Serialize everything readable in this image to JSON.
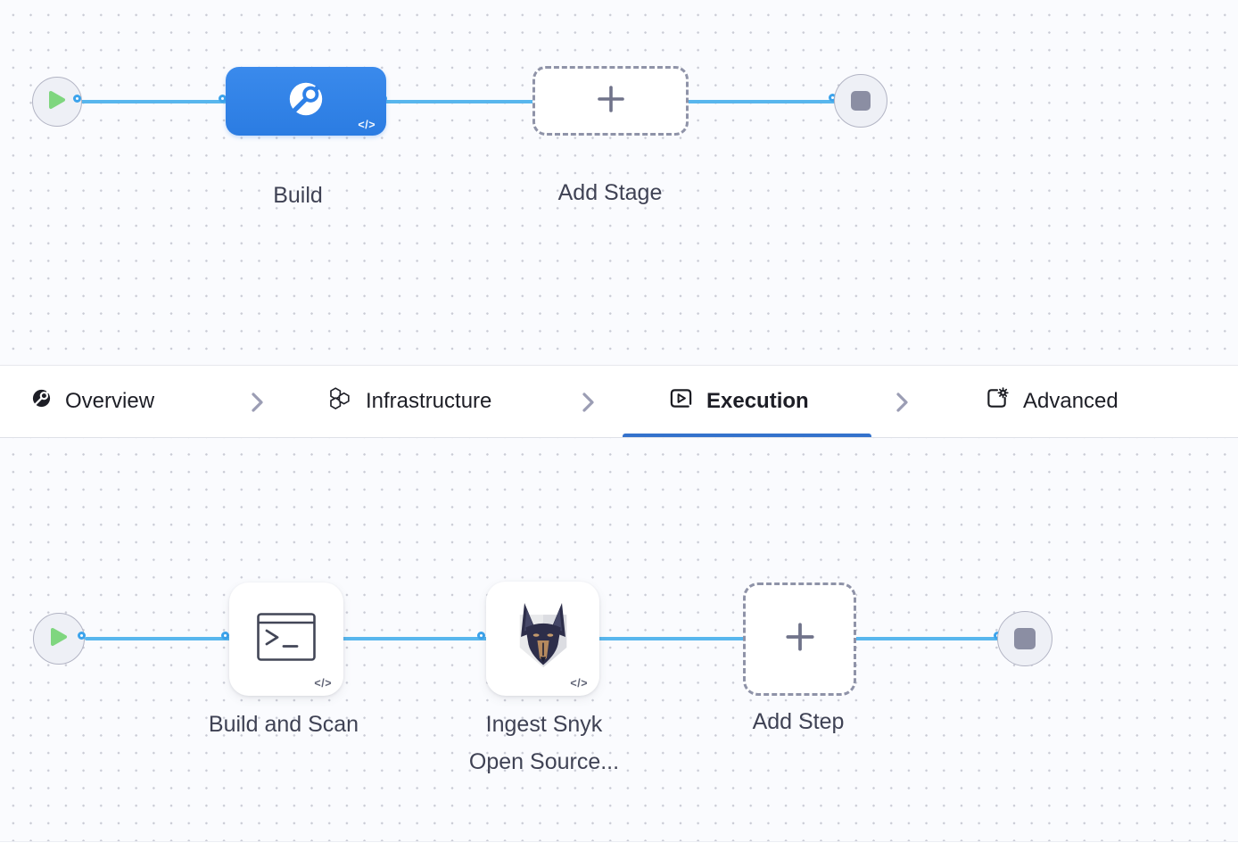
{
  "stage_pipeline": {
    "start_node": "start",
    "build_stage": {
      "label": "Build",
      "icon": "ci-build",
      "code_badge": "</>"
    },
    "add_stage": {
      "label": "Add Stage",
      "icon": "plus"
    },
    "end_node": "stop"
  },
  "tab_bar": {
    "tabs": [
      {
        "label": "Overview",
        "icon": "ci-overview-icon",
        "active": false
      },
      {
        "label": "Infrastructure",
        "icon": "hexagons-icon",
        "active": false
      },
      {
        "label": "Execution",
        "icon": "play-box-icon",
        "active": true
      },
      {
        "label": "Advanced",
        "icon": "gear-box-icon",
        "active": false
      }
    ],
    "separator": "chevron-right",
    "active_underline_color": "#3472cc"
  },
  "execution_pipeline": {
    "start_node": "start",
    "steps": [
      {
        "label": "Build and Scan",
        "icon": "terminal",
        "code_badge": "</>"
      },
      {
        "label_line1": "Ingest Snyk",
        "label_line2": "Open Source...",
        "icon": "snyk-dog",
        "code_badge": "</>"
      }
    ],
    "add_step": {
      "label": "Add Step",
      "icon": "plus"
    },
    "end_node": "stop"
  },
  "colors": {
    "stage_blue": "#2e81e8",
    "edge_blue": "#58b6ed",
    "anchor_blue": "#3ba3ec",
    "play_green": "#7fd67f",
    "node_gray": "#8b8ea3",
    "canvas_bg": "#fafbfe",
    "label_gray": "#3f4254"
  }
}
